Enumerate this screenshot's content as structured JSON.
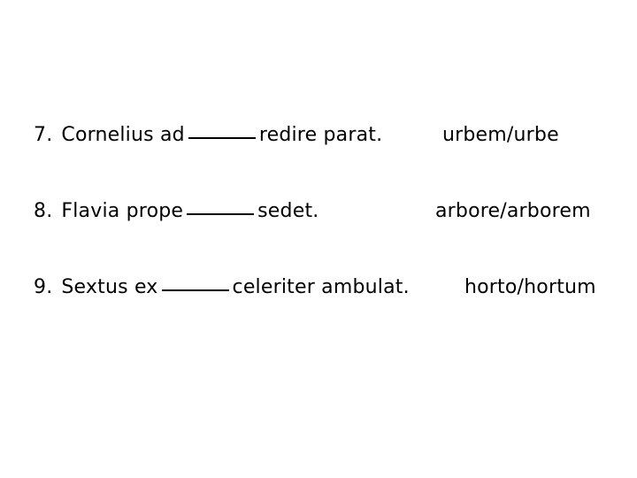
{
  "slide": {
    "background_color": "#ffffff",
    "text_color": "#000000",
    "type": "worksheet-exercise-slide"
  },
  "exercises": [
    {
      "number": "7.",
      "sentence_before_blank": "Cornelius ad",
      "blank": "______",
      "sentence_after_blank": "redire parat.",
      "answer_choices": "urbem/urbe"
    },
    {
      "number": "8.",
      "sentence_before_blank": "Flavia prope",
      "blank": "______",
      "sentence_after_blank": "sedet.",
      "answer_choices": "arbore/arborem"
    },
    {
      "number": "9.",
      "sentence_before_blank": "Sextus ex",
      "blank": "______",
      "sentence_after_blank": "celeriter ambulat.",
      "answer_choices": "horto/hortum"
    }
  ]
}
